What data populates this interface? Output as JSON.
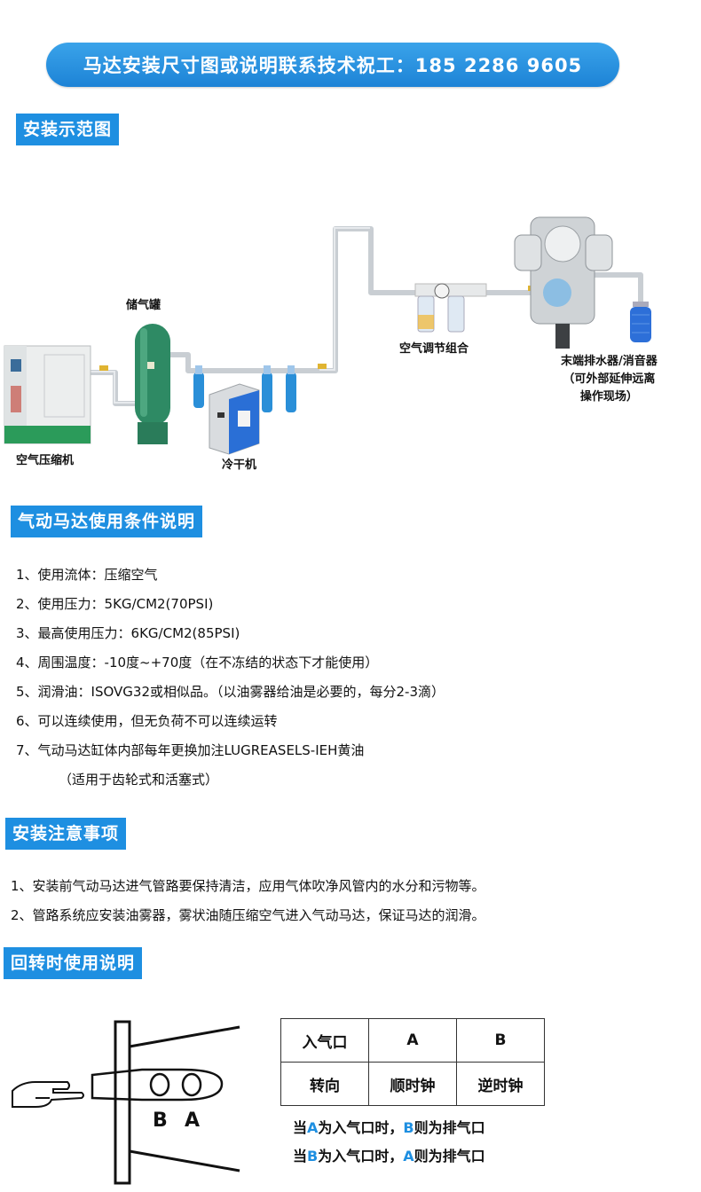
{
  "banner": {
    "text": "马达安装尺寸图或说明联系技术祝工：185 2286 9605"
  },
  "sections": {
    "install_demo": "安装示范图",
    "conditions": "气动马达使用条件说明",
    "notes": "安装注意事项",
    "rotation": "回转时使用说明"
  },
  "diagram_labels": {
    "compressor": "空气压缩机",
    "tank": "储气罐",
    "dryer": "冷干机",
    "regulator": "空气调节组合",
    "drain_line1": "末端排水器/消音器",
    "drain_line2": "（可外部延伸远离",
    "drain_line3": "操作现场）"
  },
  "conditions": [
    "1、使用流体：压缩空气",
    "2、使用压力：5KG/CM2(70PSI)",
    "3、最高使用压力：6KG/CM2(85PSI)",
    "4、周围温度：-10度~+70度（在不冻结的状态下才能使用）",
    "5、润滑油：ISOVG32或相似品。（以油雾器给油是必要的，每分2-3滴）",
    "6、可以连续使用，但无负荷不可以连续运转",
    "7、气动马达缸体内部每年更换加注LUGREASELS-IEH黄油",
    "（适用于齿轮式和活塞式）"
  ],
  "notes": [
    "1、安装前气动马达进气管路要保持清洁，应用气体吹净风管内的水分和污物等。",
    "2、管路系统应安装油雾器，雾状油随压缩空气进入气动马达，保证马达的润滑。"
  ],
  "rotation_table": {
    "row1": [
      "入气口",
      "A",
      "B"
    ],
    "row2": [
      "转向",
      "顺时钟",
      "逆时钟"
    ]
  },
  "rotation_lines": [
    {
      "pre": "当",
      "hl1": "A",
      "mid": "为入气口时，",
      "hl2": "B",
      "post": "则为排气口"
    },
    {
      "pre": "当",
      "hl1": "B",
      "mid": "为入气口时，",
      "hl2": "A",
      "post": "则为排气口"
    }
  ],
  "drawing_labels": {
    "port_b": "B",
    "port_a": "A"
  },
  "colors": {
    "accent": "#1e8fe1",
    "banner": "#2a95e3",
    "tank": "#2e8a64",
    "filter": "#2a8fd8"
  }
}
